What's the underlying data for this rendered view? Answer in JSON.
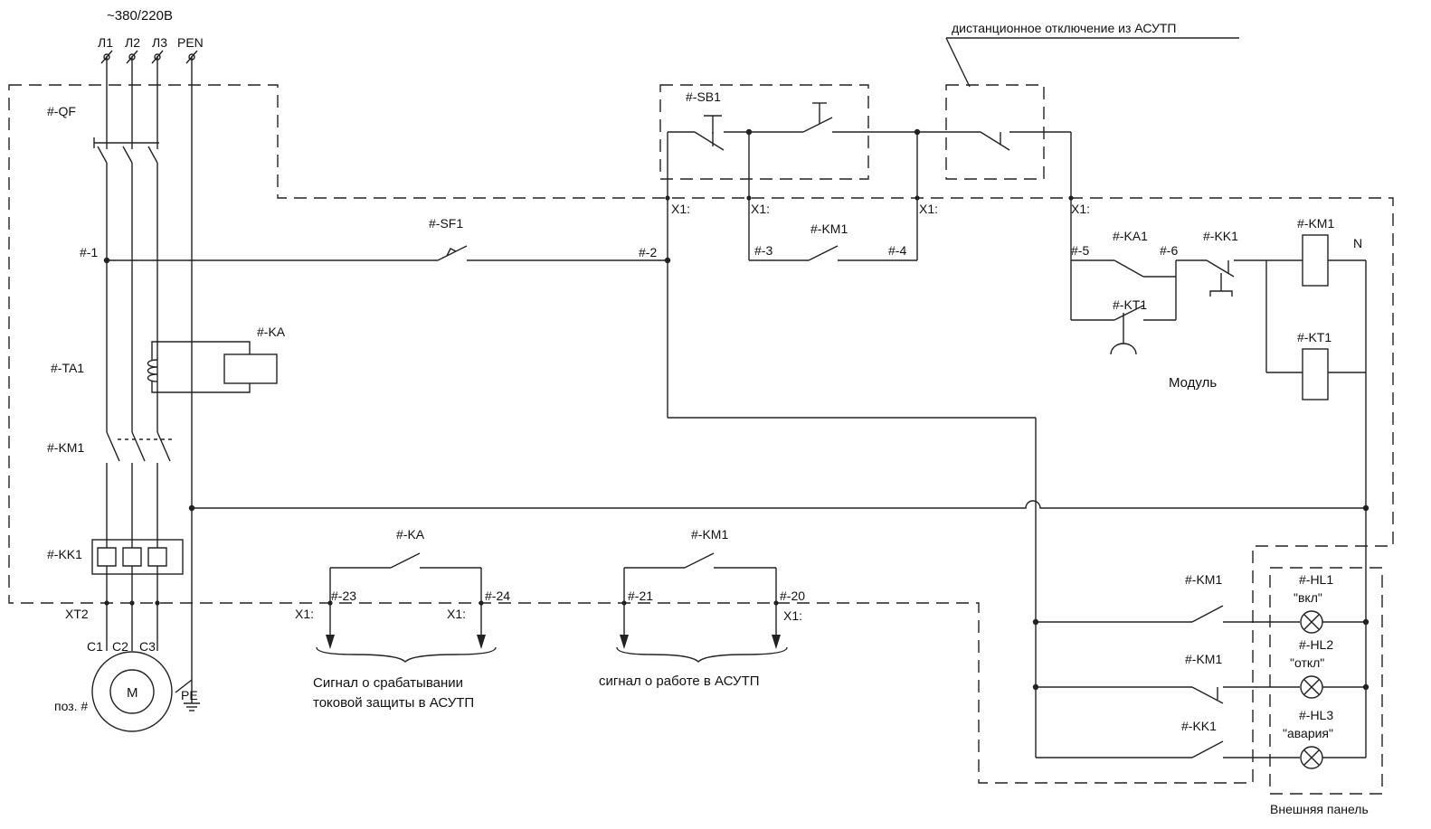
{
  "supply": {
    "voltage": "~380/220В",
    "l1": "Л1",
    "l2": "Л2",
    "l3": "Л3",
    "pen": "PEN"
  },
  "labels": {
    "qf": "#-QF",
    "n1": "#-1",
    "ta1": "#-TA1",
    "ka": "#-KA",
    "km1_power": "#-KM1",
    "kk1": "#-KK1",
    "xt2": "XT2",
    "c1": "C1",
    "c2": "C2",
    "c3": "C3",
    "motor": "M",
    "pos": "поз. #",
    "pe": "PE",
    "sf1": "#-SF1",
    "n2": "#-2",
    "sb1": "#-SB1",
    "x1_a": "X1:",
    "x1_b": "X1:",
    "x1_c": "X1:",
    "x1_d": "X1:",
    "n3": "#-3",
    "km1_hold": "#-KM1",
    "n4": "#-4",
    "remote_off": "дистанционное отключение из АСУТП",
    "n5": "#-5",
    "ka1": "#-KA1",
    "n6": "#-6",
    "kk1_ctrl": "#-KK1",
    "km1_coil": "#-KM1",
    "n": "N",
    "kt1_contact": "#-KT1",
    "kt1_coil": "#-KT1",
    "module": "Модуль",
    "ka_sig": "#-KA",
    "n23": "#-23",
    "n24": "#-24",
    "x1_23": "X1:",
    "x1_24": "X1:",
    "sig_prot_1": "Сигнал о срабатывании",
    "sig_prot_2": "токовой защиты в АСУТП",
    "km1_sig": "#-KM1",
    "n21": "#-21",
    "n20": "#-20",
    "x1_20": "X1:",
    "sig_work": "сигнал о работе в АСУТП",
    "km1_hl1": "#-KM1",
    "km1_hl2": "#-KM1",
    "kk1_hl3": "#-KK1",
    "hl1": "#-HL1",
    "hl1_text": "\"вкл\"",
    "hl2": "#-HL2",
    "hl2_text": "\"откл\"",
    "hl3": "#-HL3",
    "hl3_text": "\"авария\"",
    "ext_panel": "Внешняя панель"
  }
}
